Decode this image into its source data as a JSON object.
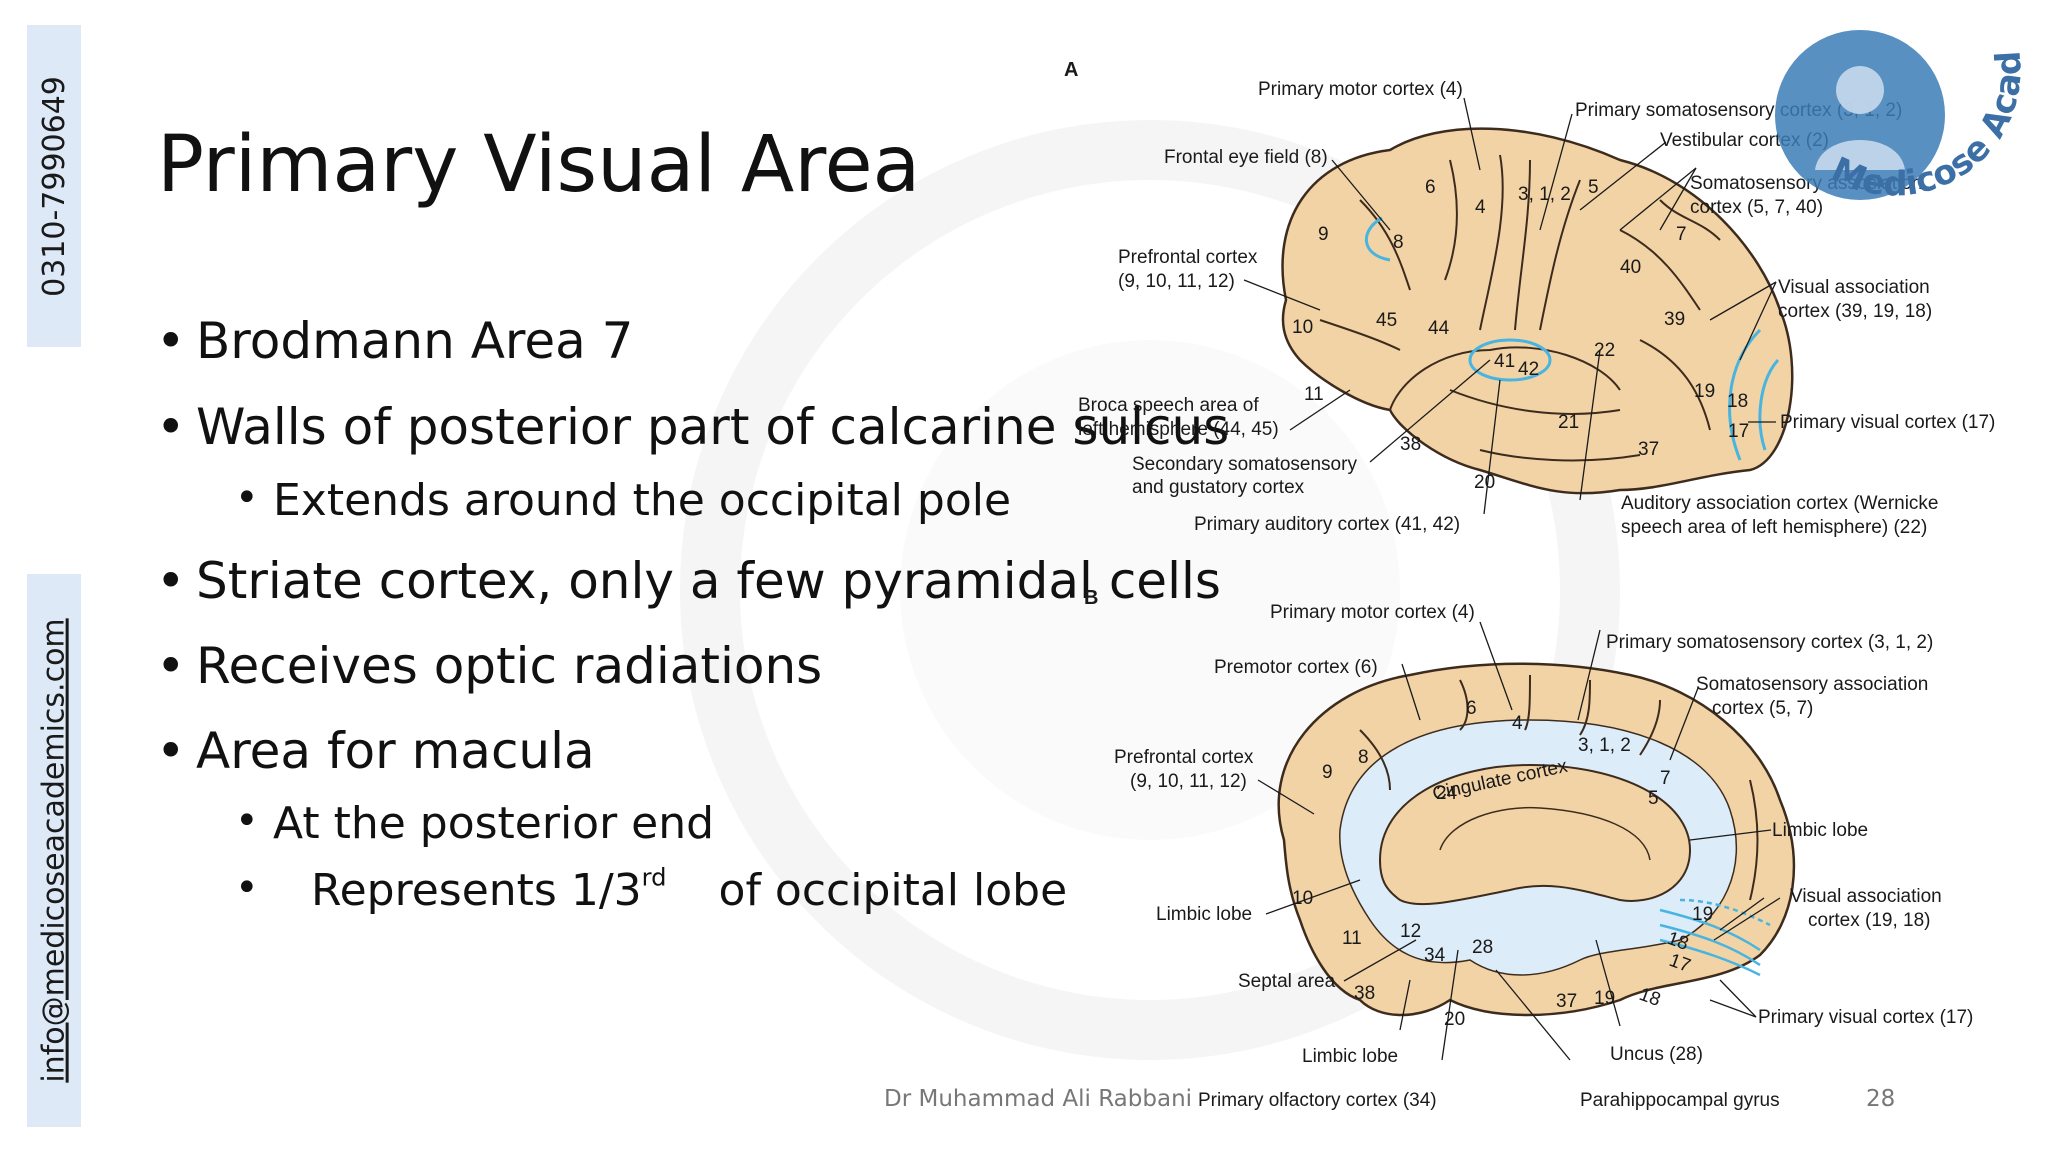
{
  "sidebar": {
    "phone": "0310-7990649",
    "email": "info@medicoseacademics.com"
  },
  "slide": {
    "title": "Primary Visual Area",
    "bullets": [
      {
        "text": "Brodmann Area 7",
        "level": 1
      },
      {
        "text": "Walls of posterior part of calcarine sulcus",
        "level": 1
      },
      {
        "text": "Extends around the occipital pole",
        "level": 2
      },
      {
        "text": "Striate cortex, only a few pyramidal cells",
        "level": 1
      },
      {
        "text": "Receives optic radiations",
        "level": 1
      },
      {
        "text": "Area for macula",
        "level": 1
      },
      {
        "text": "At the posterior end",
        "level": 2
      },
      {
        "text_before": "Represents 1/3",
        "sup": "rd",
        "text_after": " of occipital lobe",
        "level": 2
      }
    ],
    "footer_author": "Dr Muhammad Ali Rabbani",
    "page_number": "28"
  },
  "logo": {
    "text": "Medicose Academics"
  },
  "diagram_a": {
    "panel": "A",
    "labels": {
      "primary_motor": "Primary motor cortex (4)",
      "primary_somato": "Primary somatosensory cortex (3, 1, 2)",
      "frontal_eye": "Frontal eye field (8)",
      "vestibular": "Vestibular cortex (2)",
      "somato_assoc_1": "Somatosensory association",
      "somato_assoc_2": "cortex (5, 7, 40)",
      "prefrontal_1": "Prefrontal cortex",
      "prefrontal_2": "(9, 10, 11, 12)",
      "visual_assoc_1": "Visual association",
      "visual_assoc_2": "cortex (39, 19, 18)",
      "broca_1": "Broca speech area of",
      "broca_2": "left hemisphere (44, 45)",
      "primary_visual": "Primary visual cortex (17)",
      "secondary_somato_1": "Secondary somatosensory",
      "secondary_somato_2": "and gustatory cortex",
      "auditory_assoc_1": "Auditory association cortex (Wernicke",
      "auditory_assoc_2": "speech area of left hemisphere) (22)",
      "primary_auditory": "Primary auditory cortex (41, 42)"
    },
    "numbers": [
      "6",
      "4",
      "3, 1, 2",
      "5",
      "9",
      "8",
      "7",
      "40",
      "10",
      "45",
      "44",
      "39",
      "41",
      "42",
      "22",
      "11",
      "19",
      "18",
      "21",
      "17",
      "38",
      "37",
      "20"
    ]
  },
  "diagram_b": {
    "panel": "B",
    "labels": {
      "primary_motor": "Primary motor cortex (4)",
      "primary_somato": "Primary somatosensory cortex (3, 1, 2)",
      "premotor": "Premotor cortex (6)",
      "somato_assoc_1": "Somatosensory association",
      "somato_assoc_2": "cortex (5, 7)",
      "prefrontal_1": "Prefrontal cortex",
      "prefrontal_2": "(9, 10, 11, 12)",
      "cingulate": "Cingulate cortex",
      "limbic_lobe_r": "Limbic lobe",
      "visual_assoc_1": "Visual association",
      "visual_assoc_2": "cortex (19, 18)",
      "limbic_lobe_l": "Limbic lobe",
      "septal": "Septal area",
      "primary_visual": "Primary visual cortex (17)",
      "uncus": "Uncus (28)",
      "limbic_lobe_b": "Limbic lobe",
      "olfactory": "Primary olfactory cortex (34)",
      "parahippocampal": "Parahippocampal gyrus"
    },
    "numbers": [
      "6",
      "4",
      "9",
      "8",
      "3, 1, 2",
      "7",
      "5",
      "24",
      "10",
      "11",
      "12",
      "34",
      "28",
      "19",
      "18",
      "17",
      "38",
      "37",
      "19",
      "18",
      "20"
    ]
  },
  "colors": {
    "brain": "#f2d3a5",
    "brain_outline": "#3d2c1e",
    "medial_fill": "#dcecf8",
    "visual_lines": "#48b4e0",
    "sidebar_bg": "#dde9f7",
    "logo_bg": "#3b7db7"
  }
}
